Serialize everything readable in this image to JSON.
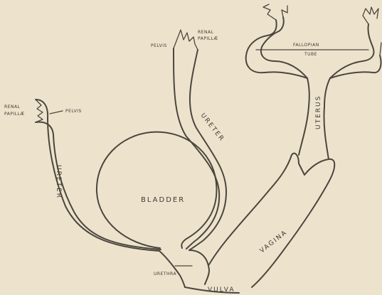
{
  "labels": {
    "renal_papillae_left": [
      "RENAL",
      "PAPILLÆ"
    ],
    "pelvis_left": "PELVIS",
    "ureter_left": "URETER",
    "pelvis_right": "PELVIS",
    "renal_papillae_right": [
      "RENAL",
      "PAPILLÆ"
    ],
    "ureter_right": "URETER",
    "bladder": "BLADDER",
    "urethra": "URETHRA",
    "vulva": "VULVA",
    "vagina": "VAGINA",
    "uterus": "UTERUS",
    "fallopian_tube": [
      "FALLOPIAN",
      "TUBE"
    ]
  }
}
